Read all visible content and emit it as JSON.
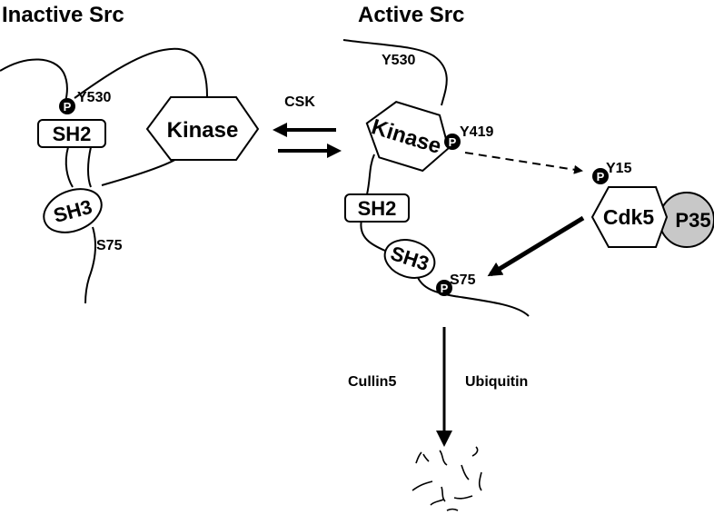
{
  "titles": {
    "inactive": "Inactive Src",
    "active": "Active Src"
  },
  "inactive_src": {
    "sh2": "SH2",
    "sh3": "SH3",
    "kinase": "Kinase",
    "site_y530": "Y530",
    "site_s75": "S75",
    "phospho": "P"
  },
  "transition": {
    "enzyme": "CSK"
  },
  "active_src": {
    "kinase": "Kinase",
    "sh2": "SH2",
    "sh3": "SH3",
    "site_y530": "Y530",
    "site_y419": "Y419",
    "site_s75": "S75",
    "phospho": "P"
  },
  "cdk5_complex": {
    "cdk5": "Cdk5",
    "p35": "P35",
    "site_y15": "Y15",
    "phospho": "P",
    "p35_color": "#c8c8c8"
  },
  "degradation": {
    "left_label": "Cullin5",
    "right_label": "Ubiquitin"
  }
}
